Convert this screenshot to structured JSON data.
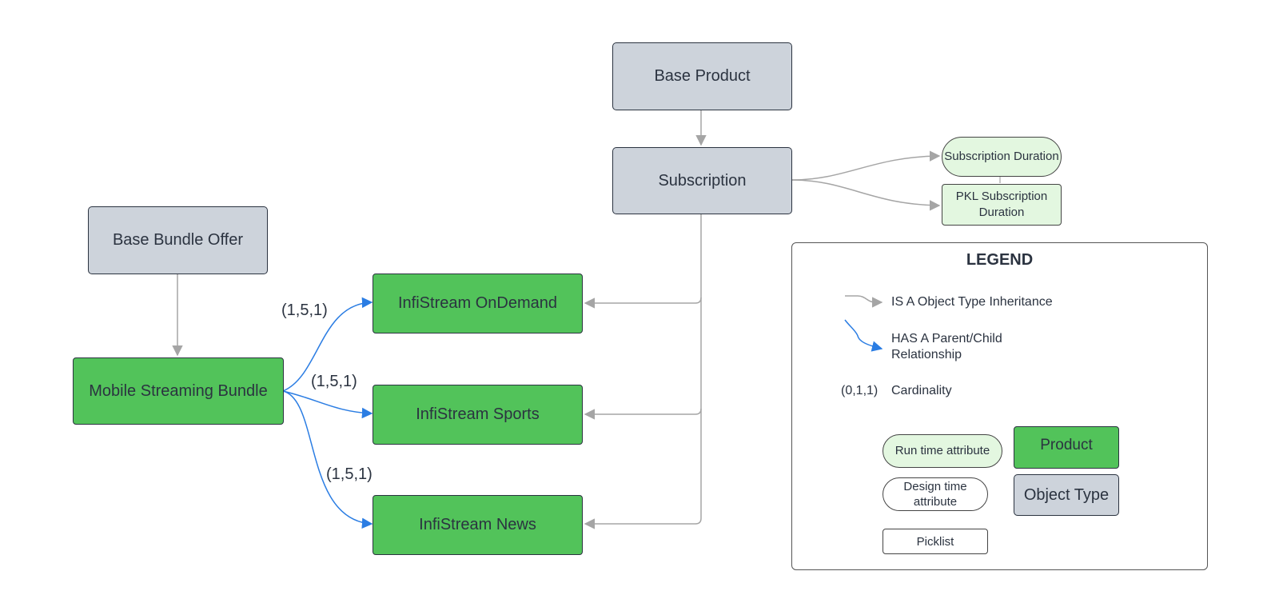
{
  "nodes": {
    "base_product": "Base Product",
    "subscription": "Subscription",
    "subscription_duration": "Subscription Duration",
    "pkl_subscription_duration": "PKL Subscription Duration",
    "base_bundle_offer": "Base Bundle Offer",
    "mobile_streaming_bundle": "Mobile Streaming Bundle",
    "infistream_ondemand": "InfiStream OnDemand",
    "infistream_sports": "InfiStream Sports",
    "infistream_news": "InfiStream News"
  },
  "cardinalities": {
    "ondemand": "(1,5,1)",
    "sports": "(1,5,1)",
    "news": "(1,5,1)"
  },
  "legend": {
    "title": "LEGEND",
    "is_a": "IS A Object Type Inheritance",
    "has_a": "HAS A Parent/Child Relationship",
    "cardinality_sample": "(0,1,1)",
    "cardinality": "Cardinality",
    "run_time_attribute": "Run time attribute",
    "design_time_attribute": "Design time attribute",
    "picklist": "Picklist",
    "product": "Product",
    "object_type": "Object Type"
  },
  "colors": {
    "object_type": "#cdd3db",
    "product": "#52c35a",
    "run_time_attribute": "#e3f7e0",
    "inheritance_line": "#a5a5a5",
    "relationship_line": "#2b7de3"
  }
}
